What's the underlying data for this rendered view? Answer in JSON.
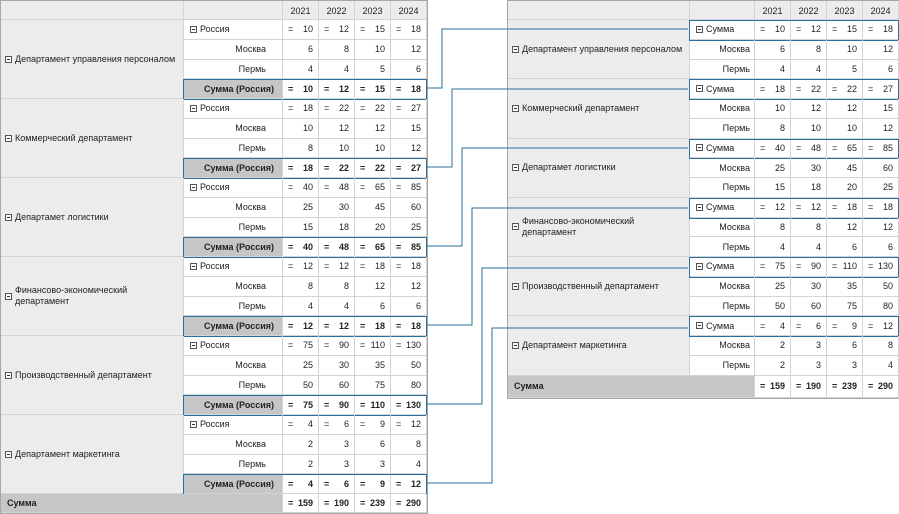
{
  "years": [
    "2021",
    "2022",
    "2023",
    "2024"
  ],
  "eq": "=",
  "left_sub_label": "Сумма (Россия)",
  "right_sub_label": "Сумма",
  "grand_total_label": "Сумма",
  "region_labels": [
    "Россия",
    "Москва",
    "Пермь"
  ],
  "departments": [
    {
      "name": "Департамент управления персоналом",
      "russia": [
        "10",
        "12",
        "15",
        "18"
      ],
      "moscow": [
        "6",
        "8",
        "10",
        "12"
      ],
      "perm": [
        "4",
        "4",
        "5",
        "6"
      ]
    },
    {
      "name": "Коммерческий департамент",
      "russia": [
        "18",
        "22",
        "22",
        "27"
      ],
      "moscow": [
        "10",
        "12",
        "12",
        "15"
      ],
      "perm": [
        "8",
        "10",
        "10",
        "12"
      ]
    },
    {
      "name": "Департамет логистики",
      "russia": [
        "40",
        "48",
        "65",
        "85"
      ],
      "moscow": [
        "25",
        "30",
        "45",
        "60"
      ],
      "perm": [
        "15",
        "18",
        "20",
        "25"
      ]
    },
    {
      "name": "Финансово-экономический департамент",
      "russia": [
        "12",
        "12",
        "18",
        "18"
      ],
      "moscow": [
        "8",
        "8",
        "12",
        "12"
      ],
      "perm": [
        "4",
        "4",
        "6",
        "6"
      ]
    },
    {
      "name": "Производственный департамент",
      "russia": [
        "75",
        "90",
        "110",
        "130"
      ],
      "moscow": [
        "25",
        "30",
        "35",
        "50"
      ],
      "perm": [
        "50",
        "60",
        "75",
        "80"
      ]
    },
    {
      "name": "Департамент маркетинга",
      "russia": [
        "4",
        "6",
        "9",
        "12"
      ],
      "moscow": [
        "2",
        "3",
        "6",
        "8"
      ],
      "perm": [
        "2",
        "3",
        "3",
        "4"
      ]
    }
  ],
  "grand_totals": [
    "159",
    "190",
    "239",
    "290"
  ],
  "colors": {
    "accent": "#2b6f9e",
    "header_bg": "#ececec",
    "total_bg": "#c6c6c6"
  },
  "icons": {
    "collapse": "minus-square-icon"
  }
}
